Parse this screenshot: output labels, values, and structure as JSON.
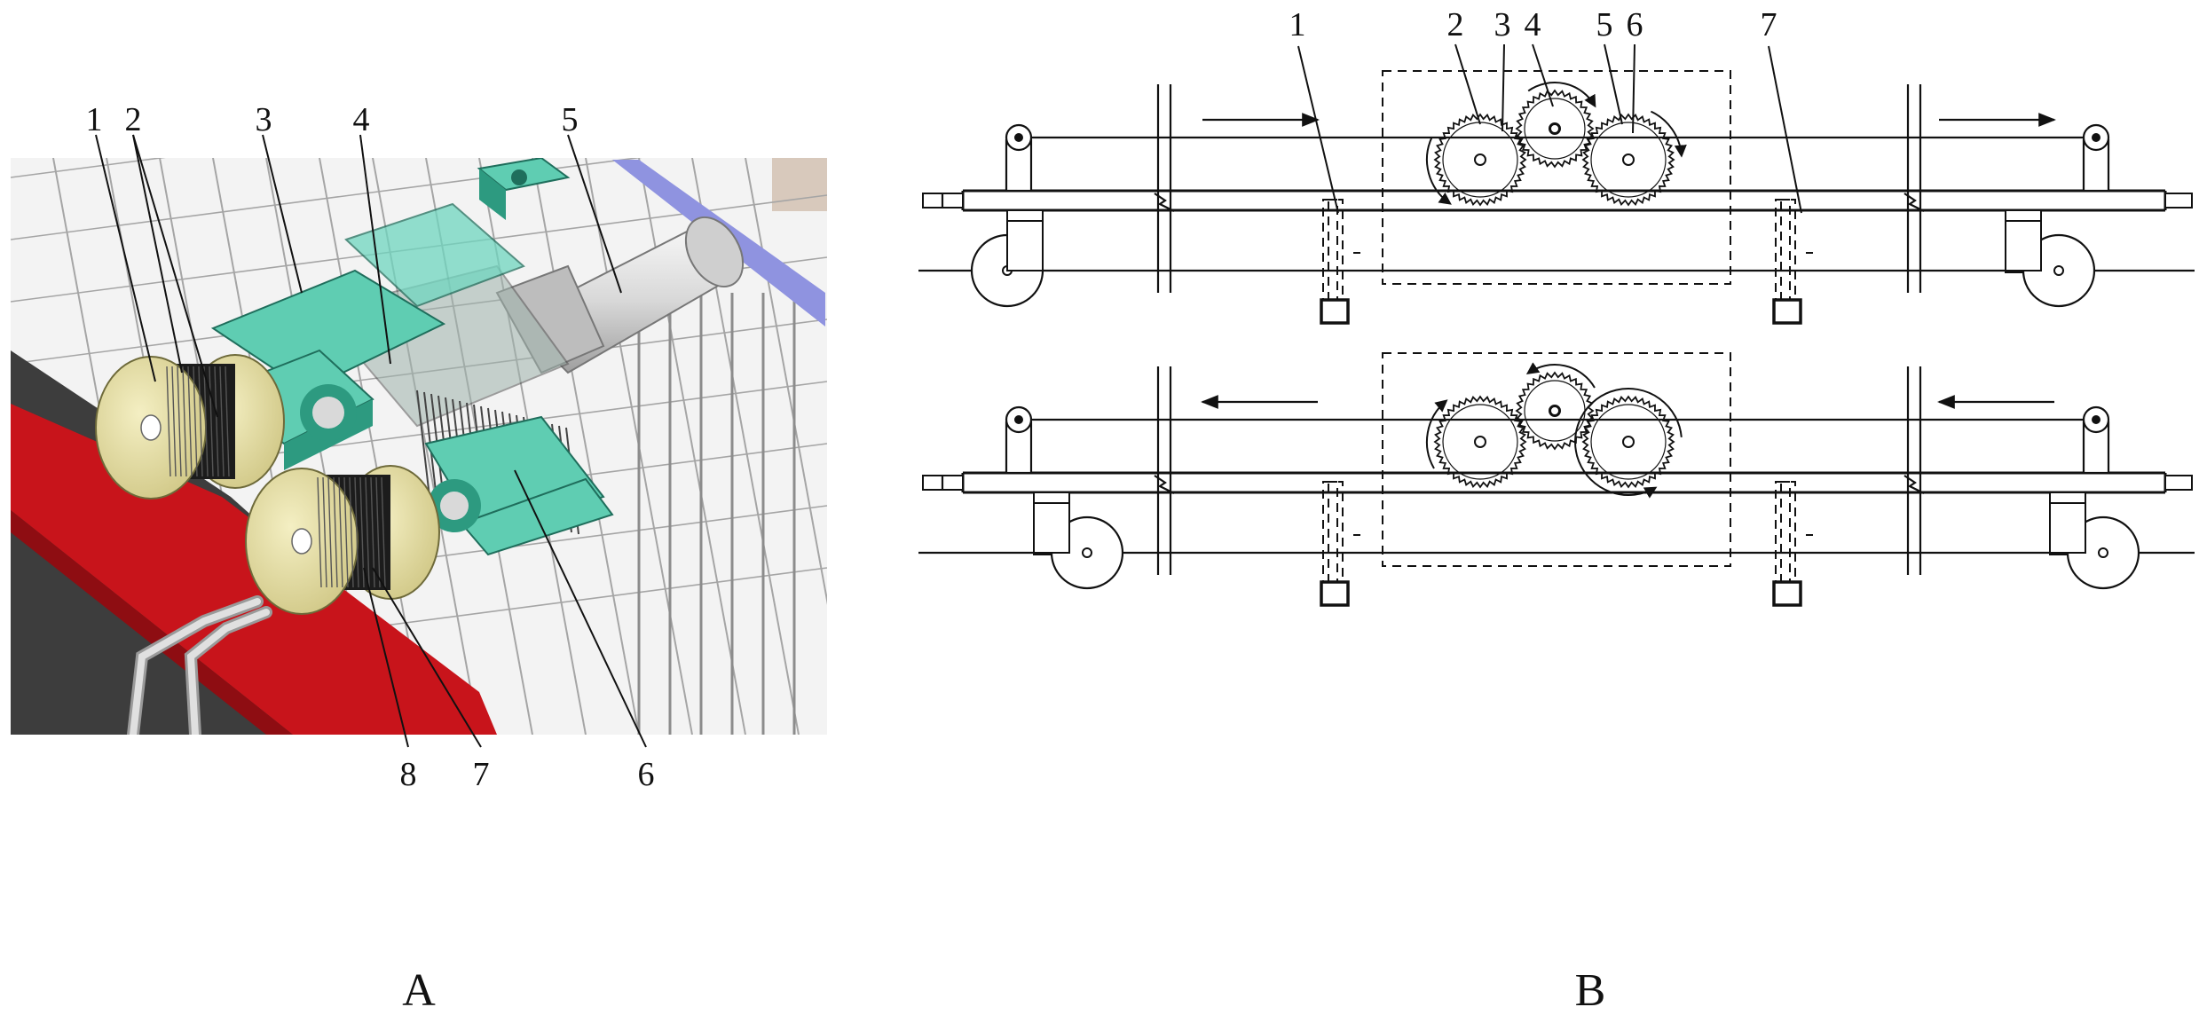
{
  "panel_a": {
    "caption": "A",
    "callouts": [
      "1",
      "2",
      "3",
      "4",
      "5",
      "6",
      "7",
      "8"
    ],
    "colors": {
      "bearing_block": "#5fcdb2",
      "bearing_dark": "#2d9a80",
      "spool_flange": "#e9e3a8",
      "red_beam": "#c8141b",
      "motor_body": "#e6e6e6",
      "frame_lines": "#a5a5a5",
      "rod_blue": "#8f93e0"
    }
  },
  "panel_b": {
    "caption": "B",
    "top_labels": [
      "1",
      "2",
      "3",
      "4",
      "5",
      "6",
      "7"
    ]
  }
}
